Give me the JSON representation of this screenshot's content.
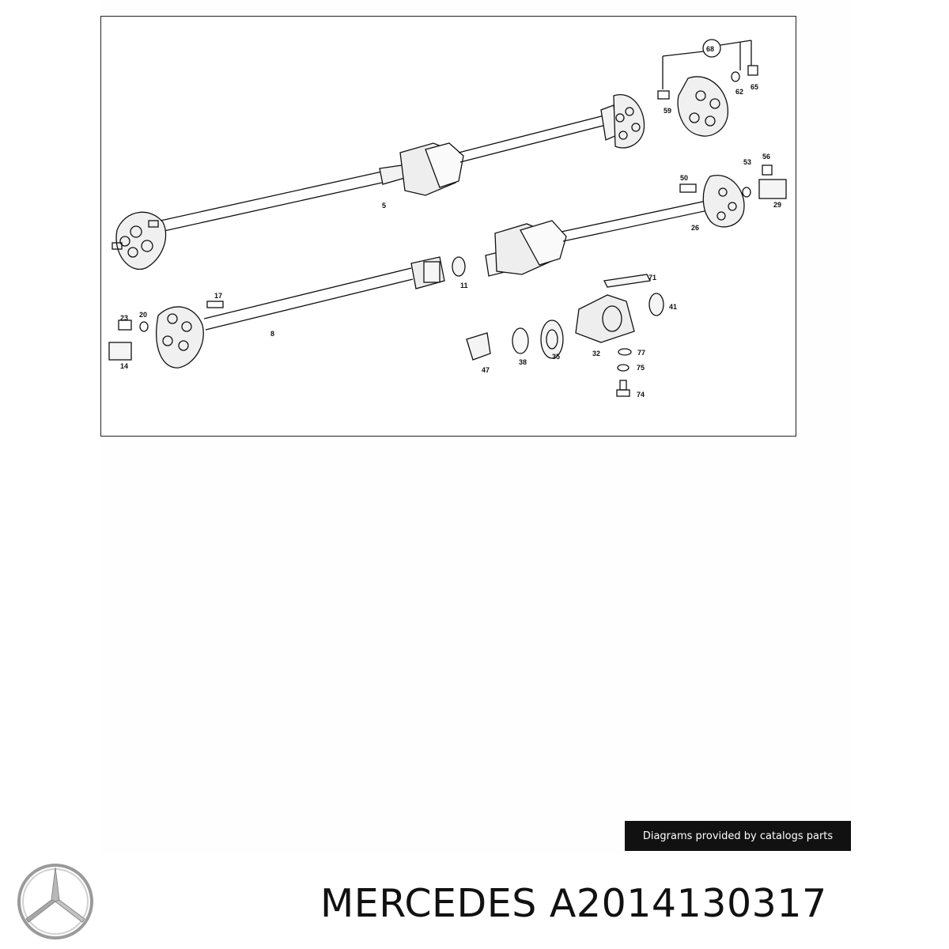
{
  "diagram": {
    "callouts": [
      "68",
      "59",
      "62",
      "65",
      "5",
      "53",
      "56",
      "50",
      "29",
      "26",
      "11",
      "71",
      "17",
      "41",
      "23",
      "20",
      "8",
      "77",
      "14",
      "47",
      "38",
      "35",
      "32",
      "75",
      "74"
    ]
  },
  "footer": {
    "credit": "Diagrams provided by catalogs parts",
    "brand": "MERCEDES",
    "part_number": "A2014130317",
    "logo_icon": "mercedes-star-logo-icon"
  }
}
